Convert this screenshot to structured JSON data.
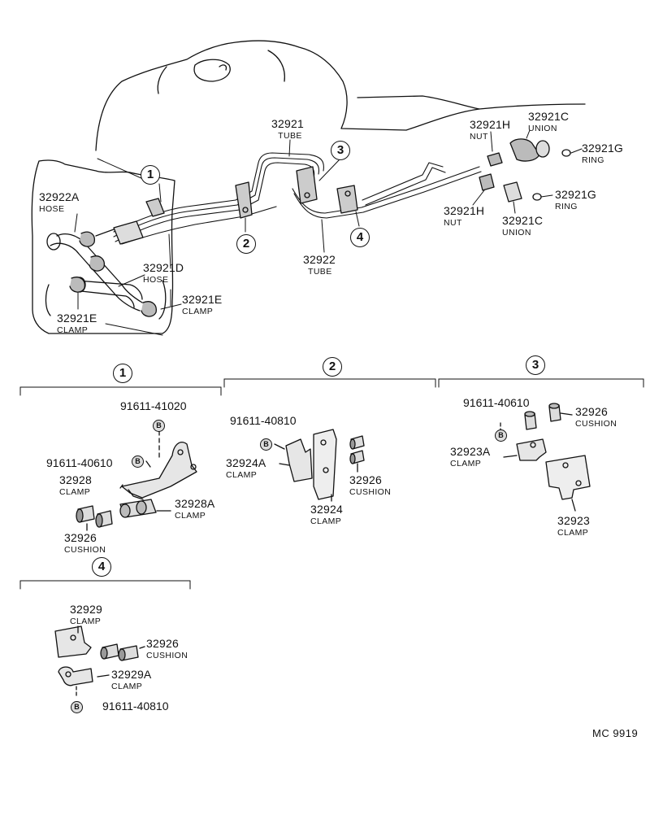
{
  "diagram_code": "MC 9919",
  "views": {
    "1": "1",
    "2": "2",
    "3": "3",
    "4": "4"
  },
  "bolt_letter": "B",
  "main_labels": {
    "tube_32921": {
      "num": "32921",
      "name": "TUBE"
    },
    "tube_32922": {
      "num": "32922",
      "name": "TUBE"
    },
    "hose_32922A": {
      "num": "32922A",
      "name": "HOSE"
    },
    "hose_32921D": {
      "num": "32921D",
      "name": "HOSE"
    },
    "clamp_32921E_right": {
      "num": "32921E",
      "name": "CLAMP"
    },
    "clamp_32921E_left": {
      "num": "32921E",
      "name": "CLAMP"
    },
    "nut_32921H_top": {
      "num": "32921H",
      "name": "NUT"
    },
    "union_32921C_top": {
      "num": "32921C",
      "name": "UNION"
    },
    "ring_32921G_top": {
      "num": "32921G",
      "name": "RING"
    },
    "ring_32921G_bottom": {
      "num": "32921G",
      "name": "RING"
    },
    "nut_32921H_bottom": {
      "num": "32921H",
      "name": "NUT"
    },
    "union_32921C_bottom": {
      "num": "32921C",
      "name": "UNION"
    }
  },
  "detail1": {
    "bolt_a": "91611-41020",
    "bolt_b": "91611-40610",
    "clamp_32928": {
      "num": "32928",
      "name": "CLAMP"
    },
    "clamp_32928A": {
      "num": "32928A",
      "name": "CLAMP"
    },
    "cushion_32926": {
      "num": "32926",
      "name": "CUSHION"
    }
  },
  "detail2": {
    "bolt": "91611-40810",
    "clamp_32924A": {
      "num": "32924A",
      "name": "CLAMP"
    },
    "cushion_32926": {
      "num": "32926",
      "name": "CUSHION"
    },
    "clamp_32924": {
      "num": "32924",
      "name": "CLAMP"
    }
  },
  "detail3": {
    "bolt": "91611-40610",
    "cushion_32926": {
      "num": "32926",
      "name": "CUSHION"
    },
    "clamp_32923A": {
      "num": "32923A",
      "name": "CLAMP"
    },
    "clamp_32923": {
      "num": "32923",
      "name": "CLAMP"
    }
  },
  "detail4": {
    "clamp_32929": {
      "num": "32929",
      "name": "CLAMP"
    },
    "cushion_32926": {
      "num": "32926",
      "name": "CUSHION"
    },
    "clamp_32929A": {
      "num": "32929A",
      "name": "CLAMP"
    },
    "bolt": "91611-40810"
  }
}
